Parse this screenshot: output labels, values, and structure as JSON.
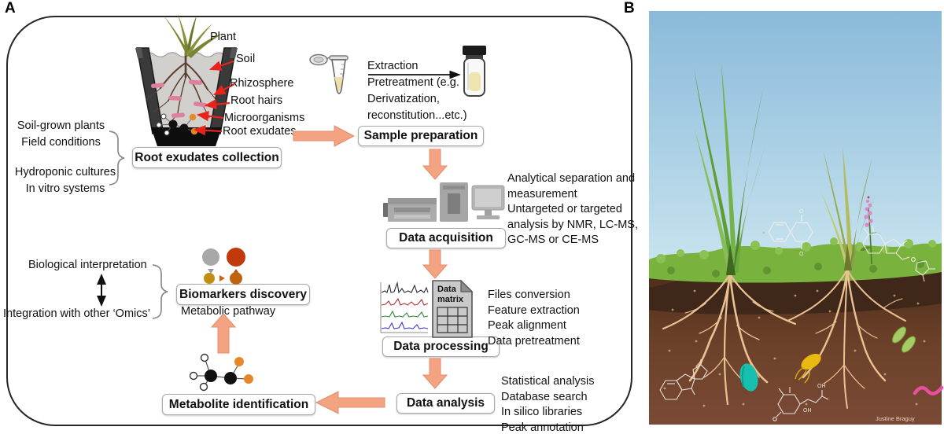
{
  "figure": {
    "panel_a_label": "A",
    "panel_b_label": "B"
  },
  "panel_a": {
    "pot_labels": [
      "Plant",
      "Soil",
      "Rhizosphere",
      "Root hairs",
      "Microorganisms",
      "Root exudates"
    ],
    "condition_top": [
      "Soil-grown plants",
      "Field conditions"
    ],
    "condition_bottom": [
      "Hydroponic cultures",
      "In vitro systems"
    ],
    "box_root_exudates": "Root exudates collection",
    "box_sample_preparation": "Sample preparation",
    "box_data_acquisition": "Data acquisition",
    "box_data_processing": "Data processing",
    "box_data_analysis": "Data analysis",
    "box_metabolite_identification": "Metabolite identification",
    "box_biomarkers_discovery": "Biomarkers discovery",
    "biomarkers_subtitle": "Metabolic pathway",
    "extraction_lines": [
      "Extraction",
      "Pretreatment (e.g.",
      "Derivatization,",
      "reconstitution...etc.)"
    ],
    "acquisition_notes": [
      "Analytical separation and",
      "measurement",
      "Untargeted or targeted",
      "analysis by NMR, LC-MS,",
      "GC-MS or CE-MS"
    ],
    "processing_notes": [
      "Files conversion",
      "Feature extraction",
      "Peak alignment",
      "Data pretreatment"
    ],
    "analysis_notes": [
      "Statistical analysis",
      "Database search",
      "In silico libraries",
      "Peak annotation"
    ],
    "interpretation_top": "Biological interpretation",
    "interpretation_bottom": "Integration with other ‘Omics’",
    "data_matrix_label": [
      "Data",
      "matrix"
    ]
  },
  "panel_b": {
    "signature": "Justine Braguy",
    "atom_o": "O",
    "atom_oh": "OH"
  },
  "colors": {
    "flow_arrow": "#F3A381",
    "flow_arrow_border": "#E08E6B",
    "annotation_arrow": "#E8231C",
    "box_border": "#A9A9A9",
    "sky_top": "#8ABADA",
    "sky_bottom": "#CCE6F0",
    "grass": "#7AB23E",
    "topsoil_dark": "#3F2819",
    "subsoil": "#744636",
    "root_tan": "#EBC193"
  }
}
